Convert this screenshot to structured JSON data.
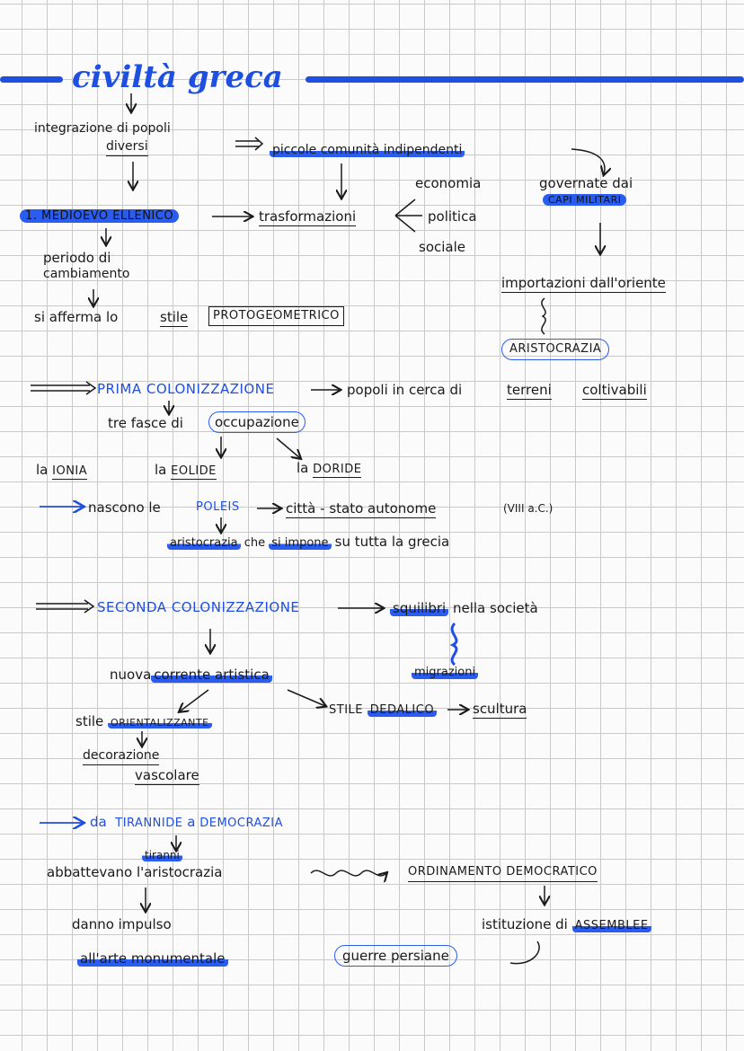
{
  "title": "civiltà greca",
  "colors": {
    "ink": "#1a1a1a",
    "blue": "#1f4fe0",
    "highlight": "#2a5cf0",
    "grid": "#c9c9c9"
  },
  "s1": {
    "integrazione": "integrazione di popoli",
    "diversi": "diversi",
    "piccole": "piccole comunità indipendenti",
    "medioevo": "1. MEDIOEVO ELLENICO",
    "trasformazioni": "trasformazioni",
    "economia": "economia",
    "politica": "politica",
    "sociale": "sociale",
    "governate": "governate dai",
    "capi": "CAPI MILITARI",
    "periodo": "periodo di",
    "cambiamento": "cambiamento",
    "importazioni": "importazioni dall'oriente",
    "afferma": "si afferma lo",
    "stile": "stile",
    "proto": "PROTOGEOMETRICO",
    "aristocrazia": "ARISTOCRAZIA"
  },
  "s2": {
    "prima": "PRIMA COLONIZZAZIONE",
    "popoli": "popoli in cerca di",
    "terreni": "terreni",
    "coltivabili": "coltivabili",
    "tre_fasce": "tre fasce di",
    "occupazione": "occupazione",
    "ionia_pre": "la",
    "ionia": "IONIA",
    "eolide_pre": "la",
    "eolide": "EOLIDE",
    "doride_pre": "la",
    "doride": "DORIDE",
    "nascono": "nascono le",
    "poleis": "POLEIS",
    "citta": "città - stato autonome",
    "secolo": "(VIII a.C.)",
    "aristocrazia_che": "aristocrazia",
    "che": "che",
    "si_impone": "si impone",
    "su_tutta": "su tutta la grecia"
  },
  "s3": {
    "seconda": "SECONDA COLONIZZAZIONE",
    "squilibri": "squilibri",
    "nella": "nella società",
    "nuova": "nuova",
    "corrente": "corrente artistica",
    "migrazioni": "migrazioni",
    "stile_pre": "STILE",
    "dedalico": "DEDALICO",
    "scultura": "scultura",
    "stile2": "stile",
    "orientalizzante": "ORIENTALIZZANTE",
    "decorazione": "decorazione",
    "vascolare": "vascolare"
  },
  "s4": {
    "da": "da",
    "tirannide": "TIRANNIDE",
    "a": "a",
    "democrazia": "DEMOCRAZIA",
    "tiranni": "tiranni",
    "abbattevano": "abbattevano l'aristocrazia",
    "ordinamento": "ORDINAMENTO DEMOCRATICO",
    "danno": "danno impulso",
    "arte": "all'arte monumentale",
    "istituzione": "istituzione di",
    "assemblee": "ASSEMBLEE",
    "guerre": "guerre persiane"
  }
}
